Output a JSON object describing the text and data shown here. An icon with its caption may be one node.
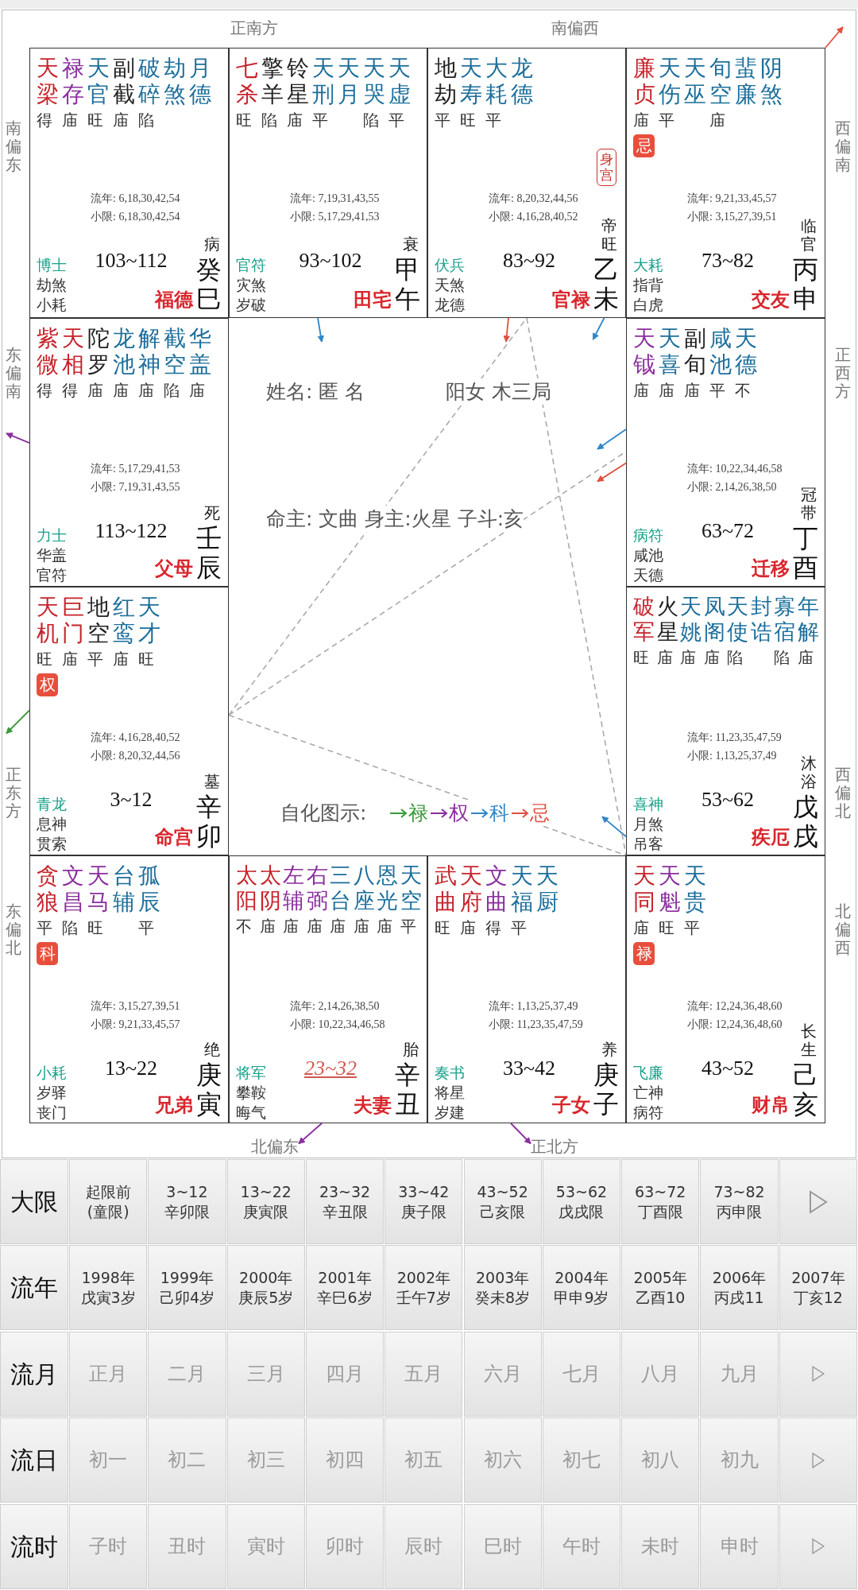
{
  "diagram": {
    "nodes": [
      {
        "text": [
          "流年: 6,18,30,42,54",
          "小限: 6,18,30,42,54",
          "博士",
          "劫煞",
          "小耗",
          "103~112",
          "病",
          "福德",
          "癸巳"
        ]
      },
      {
        "text": [
          "天梁",
          "得"
        ],
        "in": 0
      },
      {
        "text": [
          "禄存",
          "庙"
        ],
        "in": 0
      },
      {
        "text": [
          "天官",
          "旺"
        ],
        "in": 0
      },
      {
        "text": [
          "副截",
          "庙"
        ],
        "in": 0
      },
      {
        "text": [
          "破碎",
          "陷"
        ],
        "in": 0
      },
      {
        "text": [
          "劫煞"
        ],
        "in": 0
      },
      {
        "text": [
          "月德"
        ],
        "in": 0
      },
      {
        "text": [
          "流年: 7,19,31,43,55",
          "小限: 5,17,29,41,53",
          "官符",
          "灾煞",
          "岁破",
          "93~102",
          "衰",
          "田宅",
          "甲午"
        ]
      },
      {
        "text": [
          "七杀",
          "旺"
        ],
        "in": 8
      },
      {
        "text": [
          "擎羊",
          "陷"
        ],
        "in": 8
      },
      {
        "text": [
          "铃星",
          "庙"
        ],
        "in": 8
      },
      {
        "text": [
          "天刑",
          "平"
        ],
        "in": 8
      },
      {
        "text": [
          "天月"
        ],
        "in": 8
      },
      {
        "text": [
          "天哭",
          "陷"
        ],
        "in": 8
      },
      {
        "text": [
          "天虚",
          "平"
        ],
        "in": 8
      },
      {
        "text": [
          "流年: 8,20,32,44,56",
          "小限: 4,16,28,40,52",
          "伏兵",
          "天煞",
          "龙德",
          "83~92",
          "帝旺",
          "官禄",
          "乙未"
        ]
      },
      {
        "text": [
          "地劫",
          "平"
        ],
        "in": 16
      },
      {
        "text": [
          "天寿",
          "旺"
        ],
        "in": 16
      },
      {
        "text": [
          "大耗",
          "平"
        ],
        "in": 16
      },
      {
        "text": [
          "龙德"
        ],
        "in": 16
      },
      {
        "text": [
          "身宫"
        ],
        "in": 16
      },
      {
        "text": [
          "流年: 9,21,33,45,57",
          "小限: 3,15,27,39,51",
          "大耗",
          "指背",
          "白虎",
          "73~82",
          "临官",
          "交友",
          "丙申"
        ]
      },
      {
        "text": [
          "廉贞",
          "庙",
          "忌"
        ],
        "in": 22
      },
      {
        "text": [
          "天伤",
          "平"
        ],
        "in": 22
      },
      {
        "text": [
          "天巫"
        ],
        "in": 22
      },
      {
        "text": [
          "旬空",
          "庙"
        ],
        "in": 22
      },
      {
        "text": [
          "蜚廉"
        ],
        "in": 22
      },
      {
        "text": [
          "阴煞"
        ],
        "in": 22
      },
      {
        "text": [
          "流年: 5,17,29,41,53",
          "小限: 7,19,31,43,55",
          "力士",
          "华盖",
          "官符",
          "113~122",
          "死",
          "父母",
          "壬辰"
        ]
      },
      {
        "text": [
          "紫微",
          "得"
        ],
        "in": 29
      },
      {
        "text": [
          "天相",
          "得"
        ],
        "in": 29
      },
      {
        "text": [
          "陀罗",
          "庙"
        ],
        "in": 29
      },
      {
        "text": [
          "龙池",
          "庙"
        ],
        "in": 29
      },
      {
        "text": [
          "解神",
          "庙"
        ],
        "in": 29
      },
      {
        "text": [
          "截空",
          "陷"
        ],
        "in": 29
      },
      {
        "text": [
          "华盖",
          "庙"
        ],
        "in": 29
      },
      {
        "text": [
          "流年: 10,22,34,46,58",
          "小限: 2,14,26,38,50",
          "病符",
          "咸池",
          "天德",
          "63~72",
          "冠带",
          "迁移",
          "丁酉"
        ]
      },
      {
        "text": [
          "天钺",
          "庙"
        ],
        "in": 37
      },
      {
        "text": [
          "天喜",
          "庙"
        ],
        "in": 37
      },
      {
        "text": [
          "副旬",
          "庙"
        ],
        "in": 37
      },
      {
        "text": [
          "咸池",
          "平"
        ],
        "in": 37
      },
      {
        "text": [
          "天德",
          "不"
        ],
        "in": 37
      },
      {
        "text": [
          "流年: 4,16,28,40,52",
          "小限: 8,20,32,44,56",
          "青龙",
          "息神",
          "贯索",
          "3~12",
          "墓",
          "命宫",
          "辛卯"
        ]
      },
      {
        "text": [
          "天机",
          "旺",
          "权"
        ],
        "in": 43
      },
      {
        "text": [
          "巨门",
          "庙"
        ],
        "in": 43
      },
      {
        "text": [
          "地空",
          "平"
        ],
        "in": 43
      },
      {
        "text": [
          "红鸾",
          "庙"
        ],
        "in": 43
      },
      {
        "text": [
          "天才",
          "旺"
        ],
        "in": 43
      },
      {
        "text": [
          "流年: 11,23,35,47,59",
          "小限: 1,13,25,37,49",
          "喜神",
          "月煞",
          "吊客",
          "53~62",
          "沐浴",
          "疾厄",
          "戊戌"
        ]
      },
      {
        "text": [
          "破军",
          "旺"
        ],
        "in": 49
      },
      {
        "text": [
          "火星",
          "庙"
        ],
        "in": 49
      },
      {
        "text": [
          "天姚",
          "庙"
        ],
        "in": 49
      },
      {
        "text": [
          "凤阁",
          "庙"
        ],
        "in": 49
      },
      {
        "text": [
          "天使",
          "陷"
        ],
        "in": 49
      },
      {
        "text": [
          "封诰"
        ],
        "in": 49
      },
      {
        "text": [
          "寡宿",
          "陷"
        ],
        "in": 49
      },
      {
        "text": [
          "年解",
          "庙"
        ],
        "in": 49
      },
      {
        "text": [
          "流年: 3,15,27,39,51",
          "小限: 9,21,33,45,57",
          "小耗",
          "岁驿",
          "丧门",
          "13~22",
          "绝",
          "兄弟",
          "庚寅"
        ]
      },
      {
        "text": [
          "贪狼",
          "平",
          "科"
        ],
        "in": 58
      },
      {
        "text": [
          "文昌",
          "陷"
        ],
        "in": 58
      },
      {
        "text": [
          "天马",
          "旺"
        ],
        "in": 58
      },
      {
        "text": [
          "台辅"
        ],
        "in": 58
      },
      {
        "text": [
          "孤辰",
          "平"
        ],
        "in": 58
      },
      {
        "text": [
          "流年: 2,14,26,38,50",
          "小限: 10,22,34,46,58",
          "将军",
          "攀鞍",
          "晦气",
          "23~32",
          "胎",
          "夫妻",
          "辛丑"
        ]
      },
      {
        "text": [
          "太阳",
          "不"
        ],
        "in": 64
      },
      {
        "text": [
          "太阴",
          "庙"
        ],
        "in": 64
      },
      {
        "text": [
          "左辅",
          "庙"
        ],
        "in": 64
      },
      {
        "text": [
          "右弼",
          "庙"
        ],
        "in": 64
      },
      {
        "text": [
          "三台",
          "庙"
        ],
        "in": 64
      },
      {
        "text": [
          "八座",
          "庙"
        ],
        "in": 64
      },
      {
        "text": [
          "恩光",
          "庙"
        ],
        "in": 64
      },
      {
        "text": [
          "天空",
          "平"
        ],
        "in": 64
      },
      {
        "text": [
          "流年: 1,13,25,37,49",
          "小限: 11,23,35,47,59",
          "奏书",
          "将星",
          "岁建",
          "33~42",
          "养",
          "子女",
          "庚子"
        ]
      },
      {
        "text": [
          "武曲",
          "旺"
        ],
        "in": 73
      },
      {
        "text": [
          "天府",
          "庙"
        ],
        "in": 73
      },
      {
        "text": [
          "文曲",
          "得"
        ],
        "in": 73
      },
      {
        "text": [
          "天福",
          "平"
        ],
        "in": 73
      },
      {
        "text": [
          "天厨"
        ],
        "in": 73
      },
      {
        "text": [
          "流年: 12,24,36,48,60",
          "小限: 12,24,36,48,60",
          "飞廉",
          "亡神",
          "病符",
          "43~52",
          "长生",
          "财帛",
          "己亥"
        ]
      },
      {
        "text": [
          "天同",
          "庙",
          "禄"
        ],
        "in": 79
      },
      {
        "text": [
          "天魁",
          "旺"
        ],
        "in": 79
      },
      {
        "text": [
          "天贵",
          "平"
        ],
        "in": 79
      },
      {
        "text": [
          "北偏东"
        ]
      },
      {
        "text": [
          "正北方"
        ]
      }
    ],
    "edges": [
      {
        "from": 22,
        "to": null,
        "arrow": "to",
        "color": "#e0503f"
      },
      {
        "from": 8,
        "to": null,
        "arrow": "to",
        "color": "#2f86c8"
      },
      {
        "from": 16,
        "to": null,
        "arrow": "to",
        "color": "#e0503f"
      },
      {
        "from": 16,
        "to": null,
        "arrow": "to",
        "color": "#2f86c8"
      },
      {
        "from": 29,
        "to": null,
        "arrow": "to",
        "color": "#8a2f9e"
      },
      {
        "from": 37,
        "to": null,
        "arrow": "to",
        "color": "#2f86c8"
      },
      {
        "from": 37,
        "to": null,
        "arrow": "to",
        "color": "#e0503f"
      },
      {
        "from": 43,
        "to": null,
        "arrow": "to",
        "color": "#3a9a3a"
      },
      {
        "from": 49,
        "to": null,
        "arrow": "to",
        "color": "#2f86c8"
      },
      {
        "from": 64,
        "to": 83,
        "arrow": "to",
        "color": "#8a2f9e"
      },
      {
        "from": 73,
        "to": 84,
        "arrow": "to",
        "color": "#8a2f9e"
      },
      {
        "from": 43,
        "to": 16,
        "arrow": "none",
        "style": "dashed",
        "color": "#aaaaaa"
      },
      {
        "from": 43,
        "to": 37,
        "arrow": "none",
        "style": "dashed",
        "color": "#aaaaaa"
      },
      {
        "from": 43,
        "to": 79,
        "arrow": "none",
        "style": "dashed",
        "color": "#aaaaaa"
      },
      {
        "from": 16,
        "to": 79,
        "arrow": "none",
        "style": "dashed",
        "color": "#aaaaaa"
      }
    ],
    "labels": [
      "正南方",
      "南偏西",
      "南偏东",
      "西偏南",
      "东偏南",
      "正西方",
      "姓名: 匿 名",
      "阳女 木三局",
      "命主: 文曲 身主:火星 子斗:亥",
      "正东方",
      "西偏北",
      "自化图示:",
      "东偏北",
      "北偏西",
      "大限",
      "起限前 (童限)",
      "3~12 辛卯限",
      "13~22 庚寅限",
      "23~32 辛丑限",
      "33~42 庚子限",
      "43~52 己亥限",
      "53~62 戊戌限",
      "63~72 丁酉限",
      "73~82 丙申限",
      "流年",
      "1998年戊寅3岁",
      "1999年己卯4岁",
      "2000年庚辰5岁",
      "2001年辛巳6岁",
      "2002年壬午7岁",
      "2003年癸未8岁",
      "2004年甲申9岁",
      "2005年乙酉10",
      "2006年丙戌11",
      "2007年丁亥12",
      "流月",
      "正月",
      "二月",
      "三月",
      "四月",
      "五月",
      "六月",
      "七月",
      "八月",
      "九月",
      "流日",
      "初一",
      "初二",
      "初三",
      "初四",
      "初五",
      "初六",
      "初七",
      "初八",
      "初九",
      "流时",
      "子时",
      "丑时",
      "寅时",
      "卯时",
      "辰时",
      "巳时",
      "午时",
      "未时",
      "申时"
    ],
    "legend": [
      {
        "text": "禄",
        "color": "#3a9a3a"
      },
      {
        "text": "权",
        "color": "#8a2f9e"
      },
      {
        "text": "科",
        "color": "#2f86c8"
      },
      {
        "text": "忌",
        "color": "#e0503f"
      }
    ]
  }
}
